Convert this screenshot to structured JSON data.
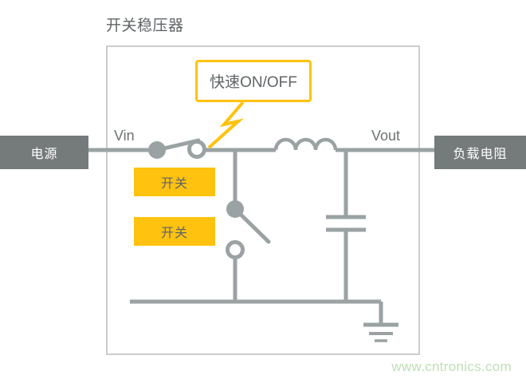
{
  "diagram": {
    "title": "开关稳压器",
    "watermark": "www.cntronics.com",
    "colors": {
      "wire": "#9aa2a3",
      "frame_border": "#c9cdce",
      "block_fill": "#757a7b",
      "accent_yellow": "#ffc20e",
      "text_dark": "#5f6466",
      "watermark_green": "#bedfb4"
    }
  },
  "blocks": {
    "source_label": "电源",
    "load_label": "负载电阻"
  },
  "nodes": {
    "input_label": "Vin",
    "output_label": "Vout"
  },
  "switch_tags": [
    {
      "label": "开关"
    },
    {
      "label": "开关"
    }
  ],
  "callout": {
    "text": "快速ON/OFF"
  },
  "components": {
    "inductor": {
      "name": "inductor",
      "arcs": 3
    },
    "capacitor": {
      "name": "capacitor",
      "plates": 2
    },
    "ground": {
      "name": "ground",
      "bars": 3
    },
    "high_side_switch": {
      "name": "high-side-switch",
      "state": "closed"
    },
    "low_side_switch": {
      "name": "low-side-switch",
      "state": "open"
    }
  }
}
